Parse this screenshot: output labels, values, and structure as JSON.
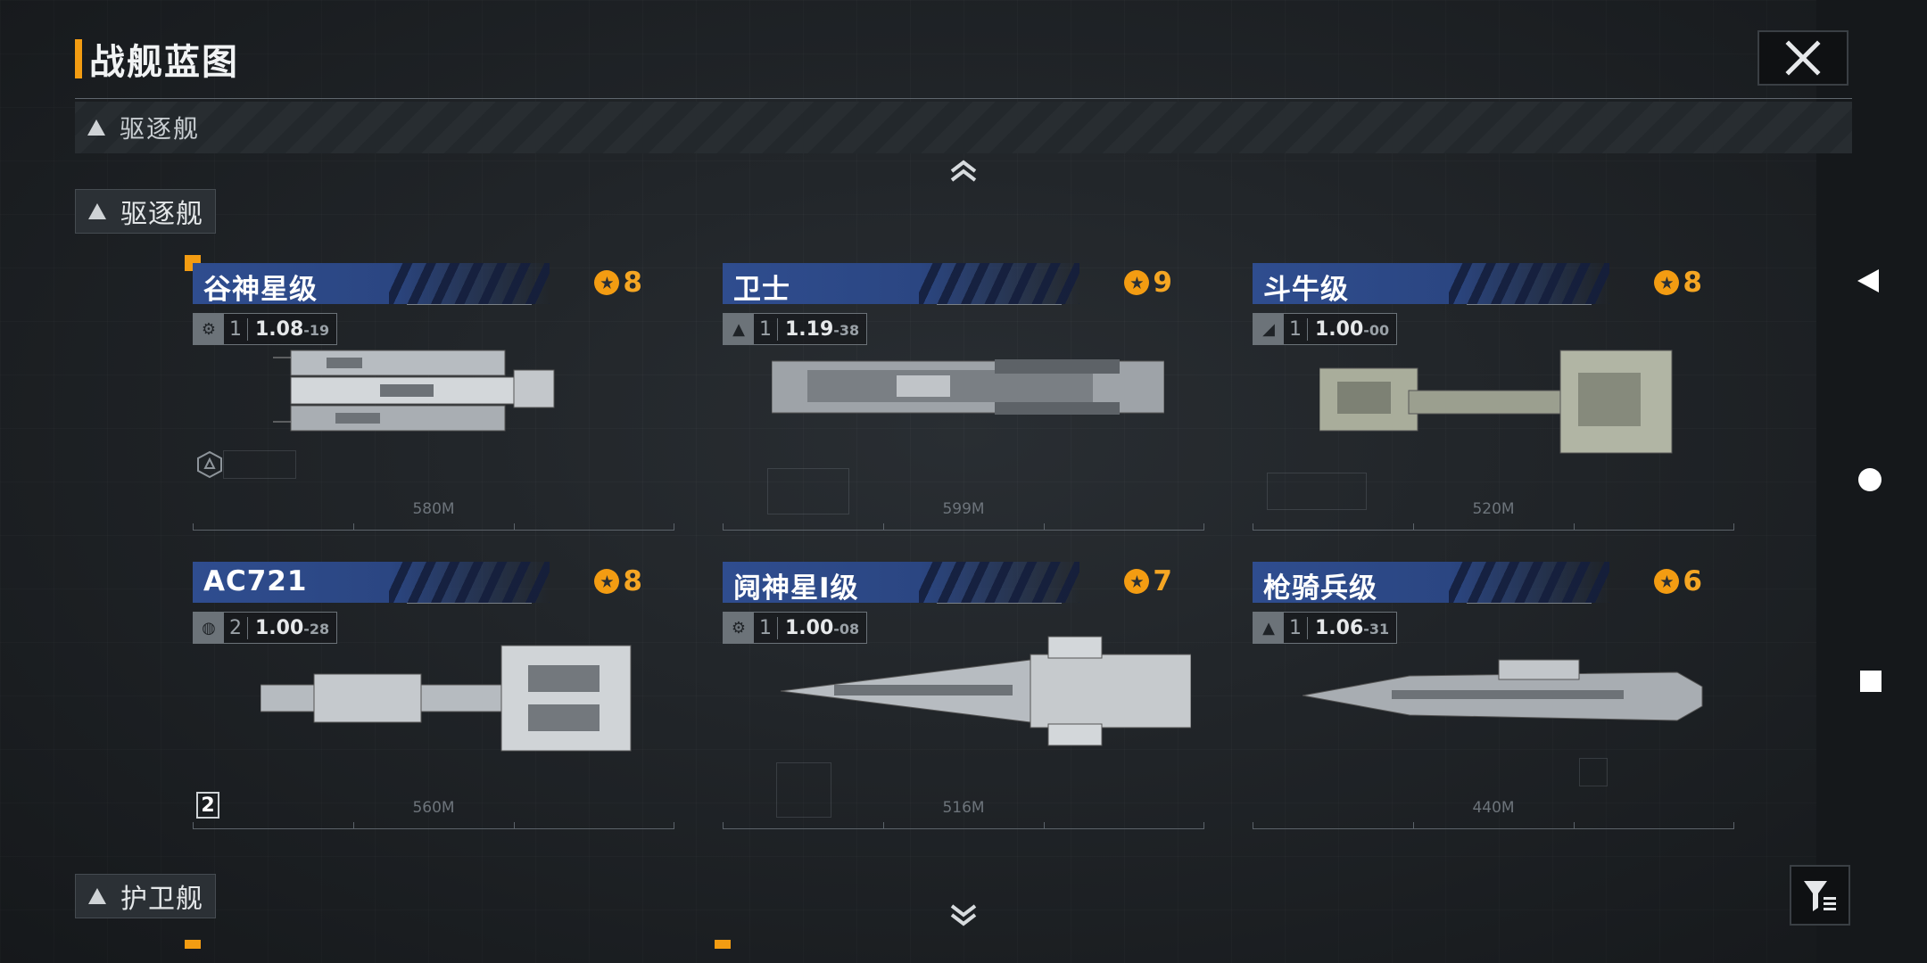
{
  "header": {
    "title": "战舰蓝图"
  },
  "category_bar": {
    "label": "驱逐舰"
  },
  "sections": [
    {
      "label": "驱逐舰"
    },
    {
      "label": "护卫舰"
    }
  ],
  "ships": [
    {
      "name": "谷神星级",
      "score": "8",
      "level": "1",
      "ratio_main": "1.08",
      "ratio_sub": "-19",
      "length": "580M"
    },
    {
      "name": "卫士",
      "score": "9",
      "level": "1",
      "ratio_main": "1.19",
      "ratio_sub": "-38",
      "length": "599M"
    },
    {
      "name": "斗牛级",
      "score": "8",
      "level": "1",
      "ratio_main": "1.00",
      "ratio_sub": "-00",
      "length": "520M"
    },
    {
      "name": "AC721",
      "score": "8",
      "level": "2",
      "ratio_main": "1.00",
      "ratio_sub": "-28",
      "length": "560M"
    },
    {
      "name": "阋神星Ⅰ级",
      "score": "7",
      "level": "1",
      "ratio_main": "1.00",
      "ratio_sub": "-08",
      "length": "516M"
    },
    {
      "name": "枪骑兵级",
      "score": "6",
      "level": "1",
      "ratio_main": "1.06",
      "ratio_sub": "-31",
      "length": "440M"
    }
  ],
  "badges": {
    "card4_number": "2"
  },
  "colors": {
    "accent": "#f39c12",
    "header_blue": "#2f4d8f",
    "score": "#f5a623"
  }
}
